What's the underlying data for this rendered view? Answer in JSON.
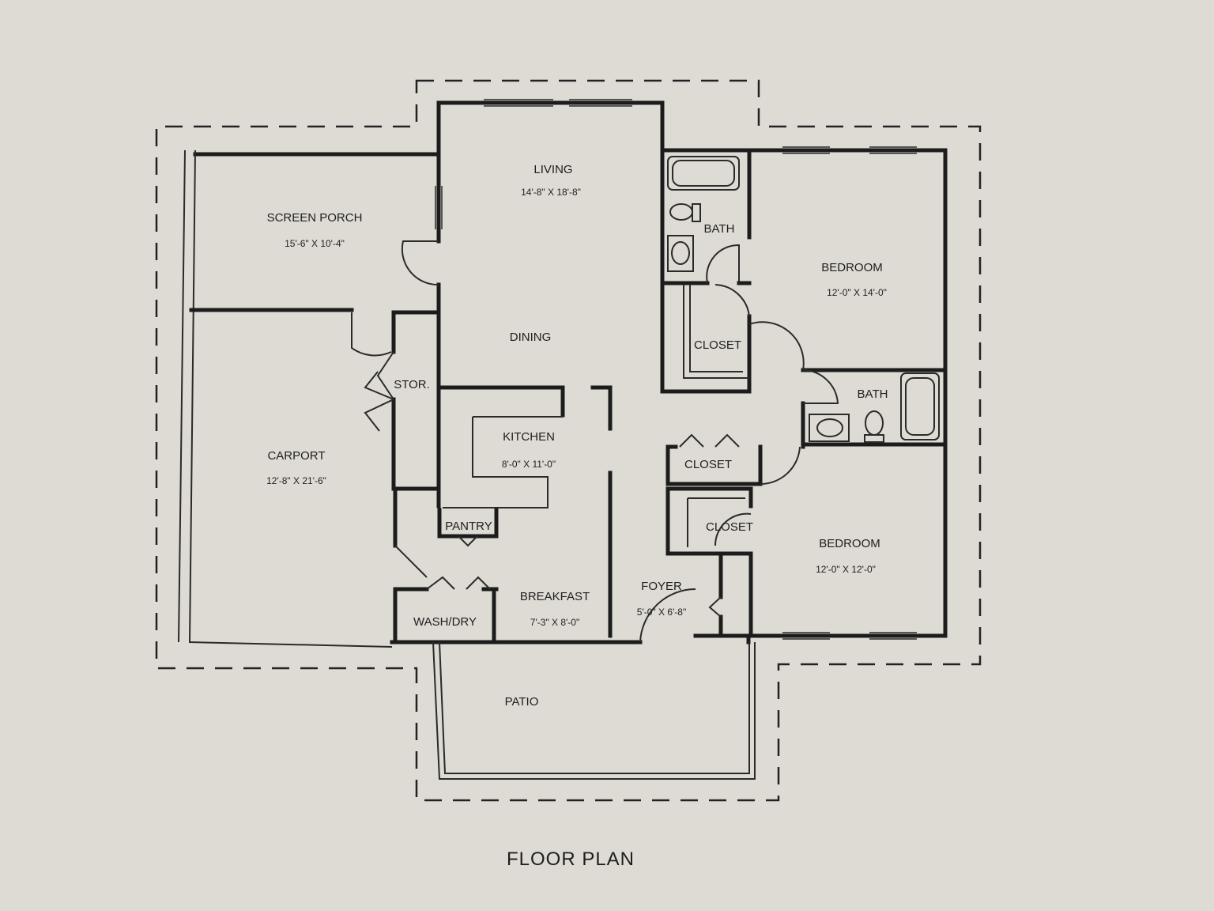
{
  "caption": "FLOOR PLAN",
  "rooms": {
    "screen_porch": {
      "name": "SCREEN PORCH",
      "size": "15'-6\" X 10'-4\""
    },
    "living": {
      "name": "LIVING",
      "size": "14'-8\" X 18'-8\""
    },
    "dining": {
      "name": "DINING"
    },
    "bath_1": {
      "name": "BATH"
    },
    "bedroom_1": {
      "name": "BEDROOM",
      "size": "12'-0\" X 14'-0\""
    },
    "closet_1": {
      "name": "CLOSET"
    },
    "stor": {
      "name": "STOR."
    },
    "kitchen": {
      "name": "KITCHEN",
      "size": "8'-0\" X 11'-0\""
    },
    "bath_2": {
      "name": "BATH"
    },
    "closet_2": {
      "name": "CLOSET"
    },
    "carport": {
      "name": "CARPORT",
      "size": "12'-8\" X 21'-6\""
    },
    "pantry": {
      "name": "PANTRY"
    },
    "closet_3": {
      "name": "CLOSET"
    },
    "bedroom_2": {
      "name": "BEDROOM",
      "size": "12'-0\" X 12'-0\""
    },
    "foyer": {
      "name": "FOYER",
      "size": "5'-0\" X 6'-8\""
    },
    "breakfast": {
      "name": "BREAKFAST",
      "size": "7'-3\" X 8'-0\""
    },
    "wash_dry": {
      "name": "WASH/DRY"
    },
    "patio": {
      "name": "PATIO"
    }
  }
}
